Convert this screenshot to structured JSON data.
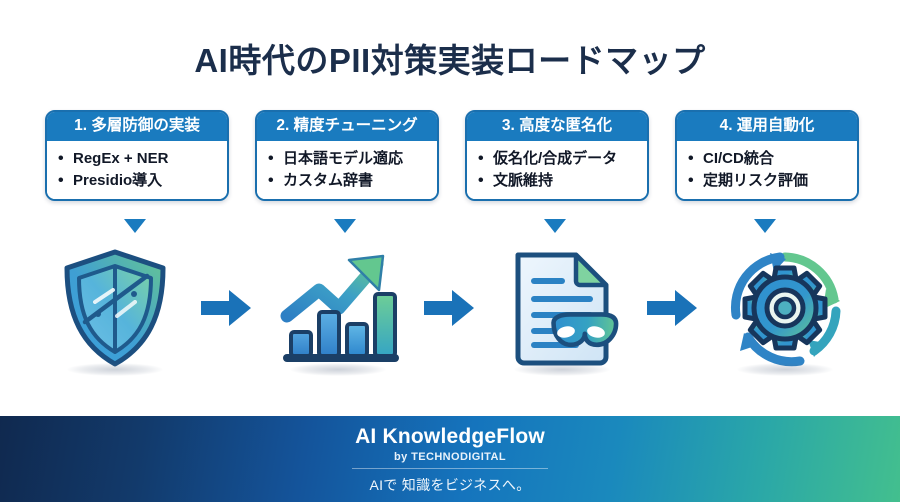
{
  "page": {
    "title": "AI時代のPII対策実装ロードマップ",
    "background_color": "#ffffff"
  },
  "theme": {
    "title_color": "#1b2e4b",
    "card_header_bg": "#1a7bbf",
    "card_border": "#1a6fae",
    "arrow_color": "#1a72b8",
    "icon_blue": "#2f8fd0",
    "icon_green": "#5cc08a",
    "icon_outline": "#1b4570"
  },
  "steps": [
    {
      "header": "1. 多層防御の実装",
      "bullets": [
        "RegEx + NER",
        "Presidio導入"
      ],
      "icon_name": "shield-icon"
    },
    {
      "header": "2. 精度チューニング",
      "bullets": [
        "日本語モデル適応",
        "カスタム辞書"
      ],
      "icon_name": "growth-chart-icon"
    },
    {
      "header": "3. 高度な匿名化",
      "bullets": [
        "仮名化/合成データ",
        "文脈維持"
      ],
      "icon_name": "document-mask-icon"
    },
    {
      "header": "4. 運用自動化",
      "bullets": [
        "CI/CD統合",
        "定期リスク評価"
      ],
      "icon_name": "gear-cycle-icon"
    }
  ],
  "connectors": [
    {
      "icon_name": "arrow-right-icon"
    },
    {
      "icon_name": "arrow-right-icon"
    },
    {
      "icon_name": "arrow-right-icon"
    }
  ],
  "footer": {
    "brand": "AI KnowledgeFlow",
    "by_line": "by TECHNODIGITAL",
    "tagline": "AIで 知識をビジネスへ。",
    "gradient_from": "#10294f",
    "gradient_to": "#43bf8e"
  }
}
